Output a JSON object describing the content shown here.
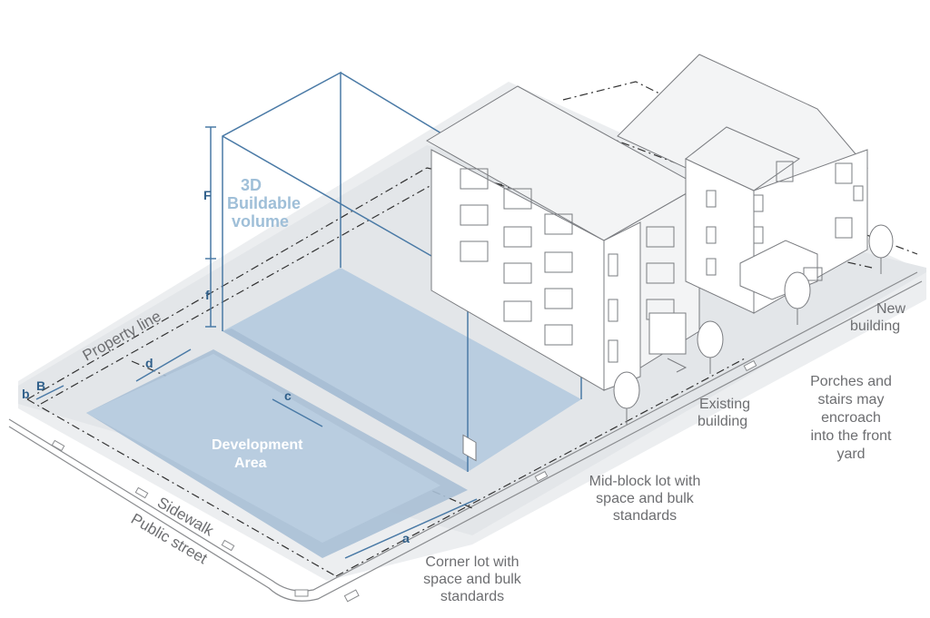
{
  "labels": {
    "volume_line1": "3D",
    "volume_line2": "Buildable",
    "volume_line3": "volume",
    "development_line1": "Development",
    "development_line2": "Area",
    "property_line": "Property line",
    "sidewalk": "Sidewalk",
    "public_street": "Public street",
    "existing_line1": "Existing",
    "existing_line2": "building",
    "new_line1": "New",
    "new_line2": "building",
    "porches_line1": "Porches and",
    "porches_line2": "stairs may",
    "porches_line3": "encroach",
    "porches_line4": "into the front",
    "porches_line5": "yard",
    "midblock_line1": "Mid-block lot with",
    "midblock_line2": "space and bulk",
    "midblock_line3": "standards",
    "corner_line1": "Corner lot with",
    "corner_line2": "space and bulk",
    "corner_line3": "standards"
  },
  "dimensions": {
    "a": "a",
    "b_lower": "b",
    "b_upper": "B",
    "c": "c",
    "d": "d",
    "f_lower": "f",
    "f_upper": "F"
  },
  "colors": {
    "lot_fill": "#d8dde2",
    "development_fill": "#b9cde0",
    "development_edge": "#a9bfd5",
    "volume_stroke": "#4a7aa6",
    "label_gray": "#6d6e71"
  }
}
